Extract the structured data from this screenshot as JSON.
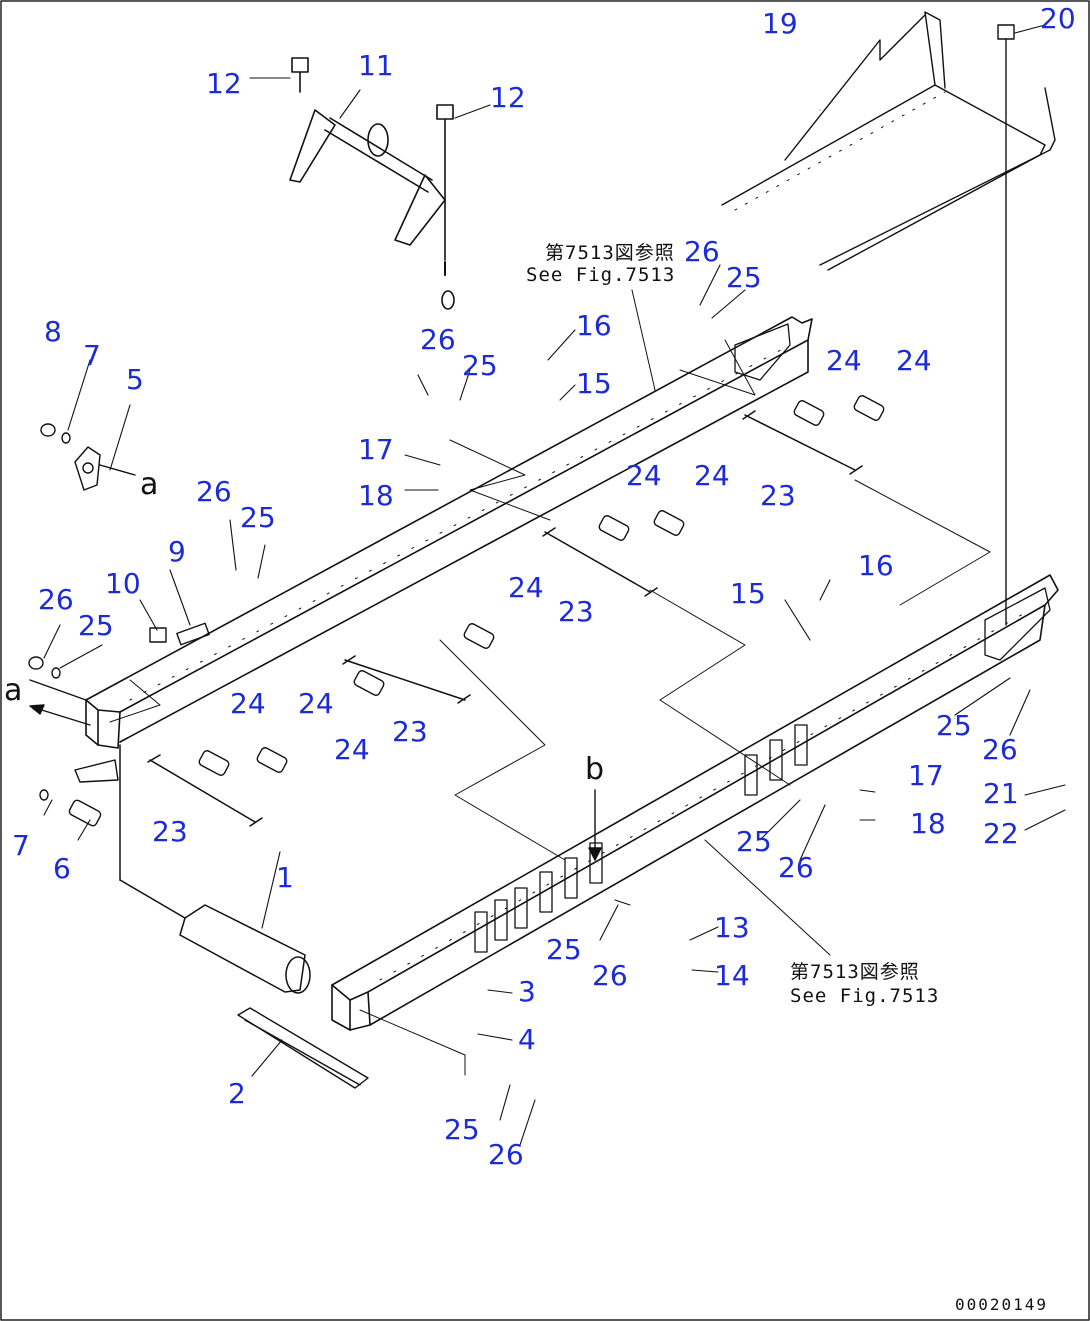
{
  "diagram": {
    "drawing_code": "00020149",
    "view_marks": [
      "a",
      "a",
      "b"
    ],
    "references": [
      {
        "jp": "第7513図参照",
        "en": "See Fig.7513"
      },
      {
        "jp": "第7513図参照",
        "en": "See Fig.7513"
      }
    ],
    "callouts": [
      {
        "id": "c01",
        "label": "1"
      },
      {
        "id": "c02",
        "label": "2"
      },
      {
        "id": "c03",
        "label": "3"
      },
      {
        "id": "c04",
        "label": "4"
      },
      {
        "id": "c05",
        "label": "5"
      },
      {
        "id": "c06",
        "label": "6"
      },
      {
        "id": "c07a",
        "label": "7"
      },
      {
        "id": "c07b",
        "label": "7"
      },
      {
        "id": "c08",
        "label": "8"
      },
      {
        "id": "c09",
        "label": "9"
      },
      {
        "id": "c10",
        "label": "10"
      },
      {
        "id": "c11",
        "label": "11"
      },
      {
        "id": "c12a",
        "label": "12"
      },
      {
        "id": "c12b",
        "label": "12"
      },
      {
        "id": "c13",
        "label": "13"
      },
      {
        "id": "c14",
        "label": "14"
      },
      {
        "id": "c15a",
        "label": "15"
      },
      {
        "id": "c15b",
        "label": "15"
      },
      {
        "id": "c16a",
        "label": "16"
      },
      {
        "id": "c16b",
        "label": "16"
      },
      {
        "id": "c17a",
        "label": "17"
      },
      {
        "id": "c17b",
        "label": "17"
      },
      {
        "id": "c18a",
        "label": "18"
      },
      {
        "id": "c18b",
        "label": "18"
      },
      {
        "id": "c19",
        "label": "19"
      },
      {
        "id": "c20",
        "label": "20"
      },
      {
        "id": "c21",
        "label": "21"
      },
      {
        "id": "c22",
        "label": "22"
      },
      {
        "id": "c23a",
        "label": "23"
      },
      {
        "id": "c23b",
        "label": "23"
      },
      {
        "id": "c23c",
        "label": "23"
      },
      {
        "id": "c23d",
        "label": "23"
      },
      {
        "id": "c24a",
        "label": "24"
      },
      {
        "id": "c24b",
        "label": "24"
      },
      {
        "id": "c24c",
        "label": "24"
      },
      {
        "id": "c24d",
        "label": "24"
      },
      {
        "id": "c24e",
        "label": "24"
      },
      {
        "id": "c24f",
        "label": "24"
      },
      {
        "id": "c24g",
        "label": "24"
      },
      {
        "id": "c24h",
        "label": "24"
      },
      {
        "id": "c25a",
        "label": "25"
      },
      {
        "id": "c25b",
        "label": "25"
      },
      {
        "id": "c25c",
        "label": "25"
      },
      {
        "id": "c25d",
        "label": "25"
      },
      {
        "id": "c25e",
        "label": "25"
      },
      {
        "id": "c25f",
        "label": "25"
      },
      {
        "id": "c25g",
        "label": "25"
      },
      {
        "id": "c25h",
        "label": "25"
      },
      {
        "id": "c26a",
        "label": "26"
      },
      {
        "id": "c26b",
        "label": "26"
      },
      {
        "id": "c26c",
        "label": "26"
      },
      {
        "id": "c26d",
        "label": "26"
      },
      {
        "id": "c26e",
        "label": "26"
      },
      {
        "id": "c26f",
        "label": "26"
      },
      {
        "id": "c26g",
        "label": "26"
      },
      {
        "id": "c26h",
        "label": "26"
      }
    ]
  },
  "colors": {
    "callout": "#1c2bd6",
    "line": "#111111",
    "background": "#ffffff"
  }
}
